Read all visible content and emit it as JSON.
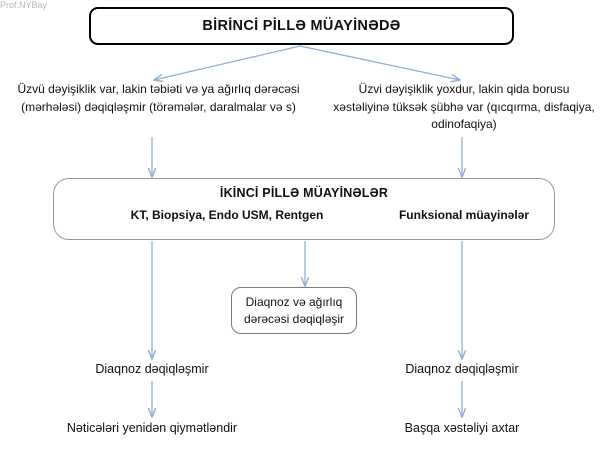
{
  "diagram": {
    "type": "flowchart",
    "language": "az",
    "watermark": "Prof.NYBay",
    "colors": {
      "arrow": "#8faed4",
      "primary_border": "#000000",
      "secondary_border": "#9a9a9a",
      "text": "#111111",
      "watermark": "#b7b7b7",
      "background": "#ffffff"
    },
    "nodes": {
      "stage1": {
        "title": "BİRİNCİ PİLLƏ MÜAYİNƏDƏ"
      },
      "branch_left": {
        "text": "Üzvü dəyişiklik var, lakin təbiəti və ya ağırlıq dərəcəsi (mərhələsi) dəqiqləşmir (törəmələr, daralmalar və s)"
      },
      "branch_right": {
        "text": "Üzvi dəyişiklik  yoxdur,  lakin qida borusu xəstəliyinə tüksək şübhə var (qıcqırma, disfaqiya, odinofaqiya)"
      },
      "stage2": {
        "title": "İKİNCİ PİLLƏ MÜAYİNƏLƏR",
        "method_left": "KT, Biopsiya,  Endo USM, Rentgen",
        "method_right": "Funksional müayinələr"
      },
      "diagnosis": {
        "text": "Diaqnoz və ağırlıq dərəcəsi dəqiqləşir"
      },
      "outcome_left": {
        "text": "Diaqnoz dəqiqləşmir"
      },
      "outcome_right": {
        "text": "Diaqnoz dəqiqləşmir"
      },
      "action_left": {
        "text": "Nəticələri yenidən qiymətləndir"
      },
      "action_right": {
        "text": "Başqa xəstəliyi axtar"
      }
    },
    "connectors": [
      {
        "name": "stage1-to-branch-left",
        "from": "stage1",
        "to": "branch_left"
      },
      {
        "name": "stage1-to-branch-right",
        "from": "stage1",
        "to": "branch_right"
      },
      {
        "name": "branch-left-to-stage2",
        "from": "branch_left",
        "to": "stage2"
      },
      {
        "name": "branch-right-to-stage2",
        "from": "branch_right",
        "to": "stage2"
      },
      {
        "name": "stage2-to-diagnosis",
        "from": "stage2",
        "to": "diagnosis"
      },
      {
        "name": "stage2-to-outcome-left",
        "from": "stage2",
        "to": "outcome_left"
      },
      {
        "name": "stage2-to-outcome-right",
        "from": "stage2",
        "to": "outcome_right"
      },
      {
        "name": "outcome-left-to-action-left",
        "from": "outcome_left",
        "to": "action_left"
      },
      {
        "name": "outcome-right-to-action-right",
        "from": "outcome_right",
        "to": "action_right"
      }
    ]
  }
}
